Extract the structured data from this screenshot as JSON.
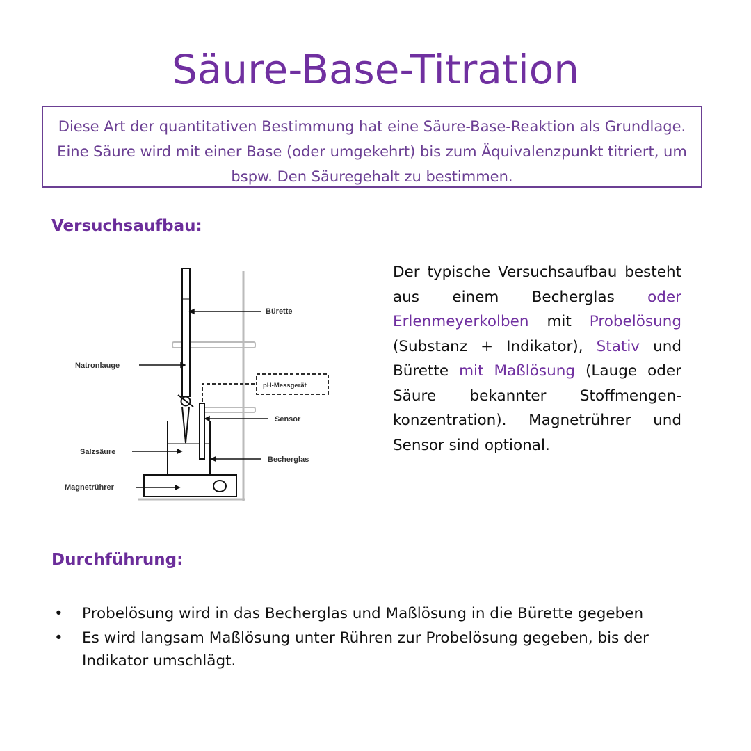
{
  "title": "Säure-Base-Titration",
  "intro": "Diese Art der quantitativen Bestimmung hat eine Säure-Base-Reaktion als Grundlage. Eine Säure wird mit einer Base (oder umgekehrt) bis zum Äquivalenzpunkt titriert, um bspw. Den Säuregehalt zu bestimmen.",
  "setup": {
    "heading": "Versuchsaufbau:",
    "diagram_labels": {
      "burette": "Bürette",
      "natronlauge": "Natronlauge",
      "ph_meter": "pH-Messgerät",
      "sensor": "Sensor",
      "salzsaeure": "Salzsäure",
      "becherglas": "Becherglas",
      "magnetruehrer": "Magnetrührer"
    },
    "description": [
      {
        "text": "Der typische Versuchsaufbau besteht aus einem Becherglas ",
        "highlight": false
      },
      {
        "text": "oder Erlenmeyerkolben",
        "highlight": true
      },
      {
        "text": " mit ",
        "highlight": false
      },
      {
        "text": "Probelösung",
        "highlight": true
      },
      {
        "text": " (Substanz + Indikator), ",
        "highlight": false
      },
      {
        "text": "Stativ",
        "highlight": true
      },
      {
        "text": " und Bürette ",
        "highlight": false
      },
      {
        "text": "mit Maßlösung",
        "highlight": true
      },
      {
        "text": " (Lauge oder Säure bekannter Stoffmengen-konzentration). Magnetrührer und Sensor sind optional.",
        "highlight": false
      }
    ]
  },
  "procedure": {
    "heading": "Durchführung:",
    "bullet_symbol": "•",
    "items": [
      "Probelösung wird in das Becherglas und Maßlösung in die Bürette gegeben",
      "Es wird langsam Maßlösung unter Rühren zur Probelösung gegeben, bis der Indikator umschlägt."
    ]
  },
  "colors": {
    "accent": "#7030a0",
    "box_border": "#6b3f93"
  }
}
